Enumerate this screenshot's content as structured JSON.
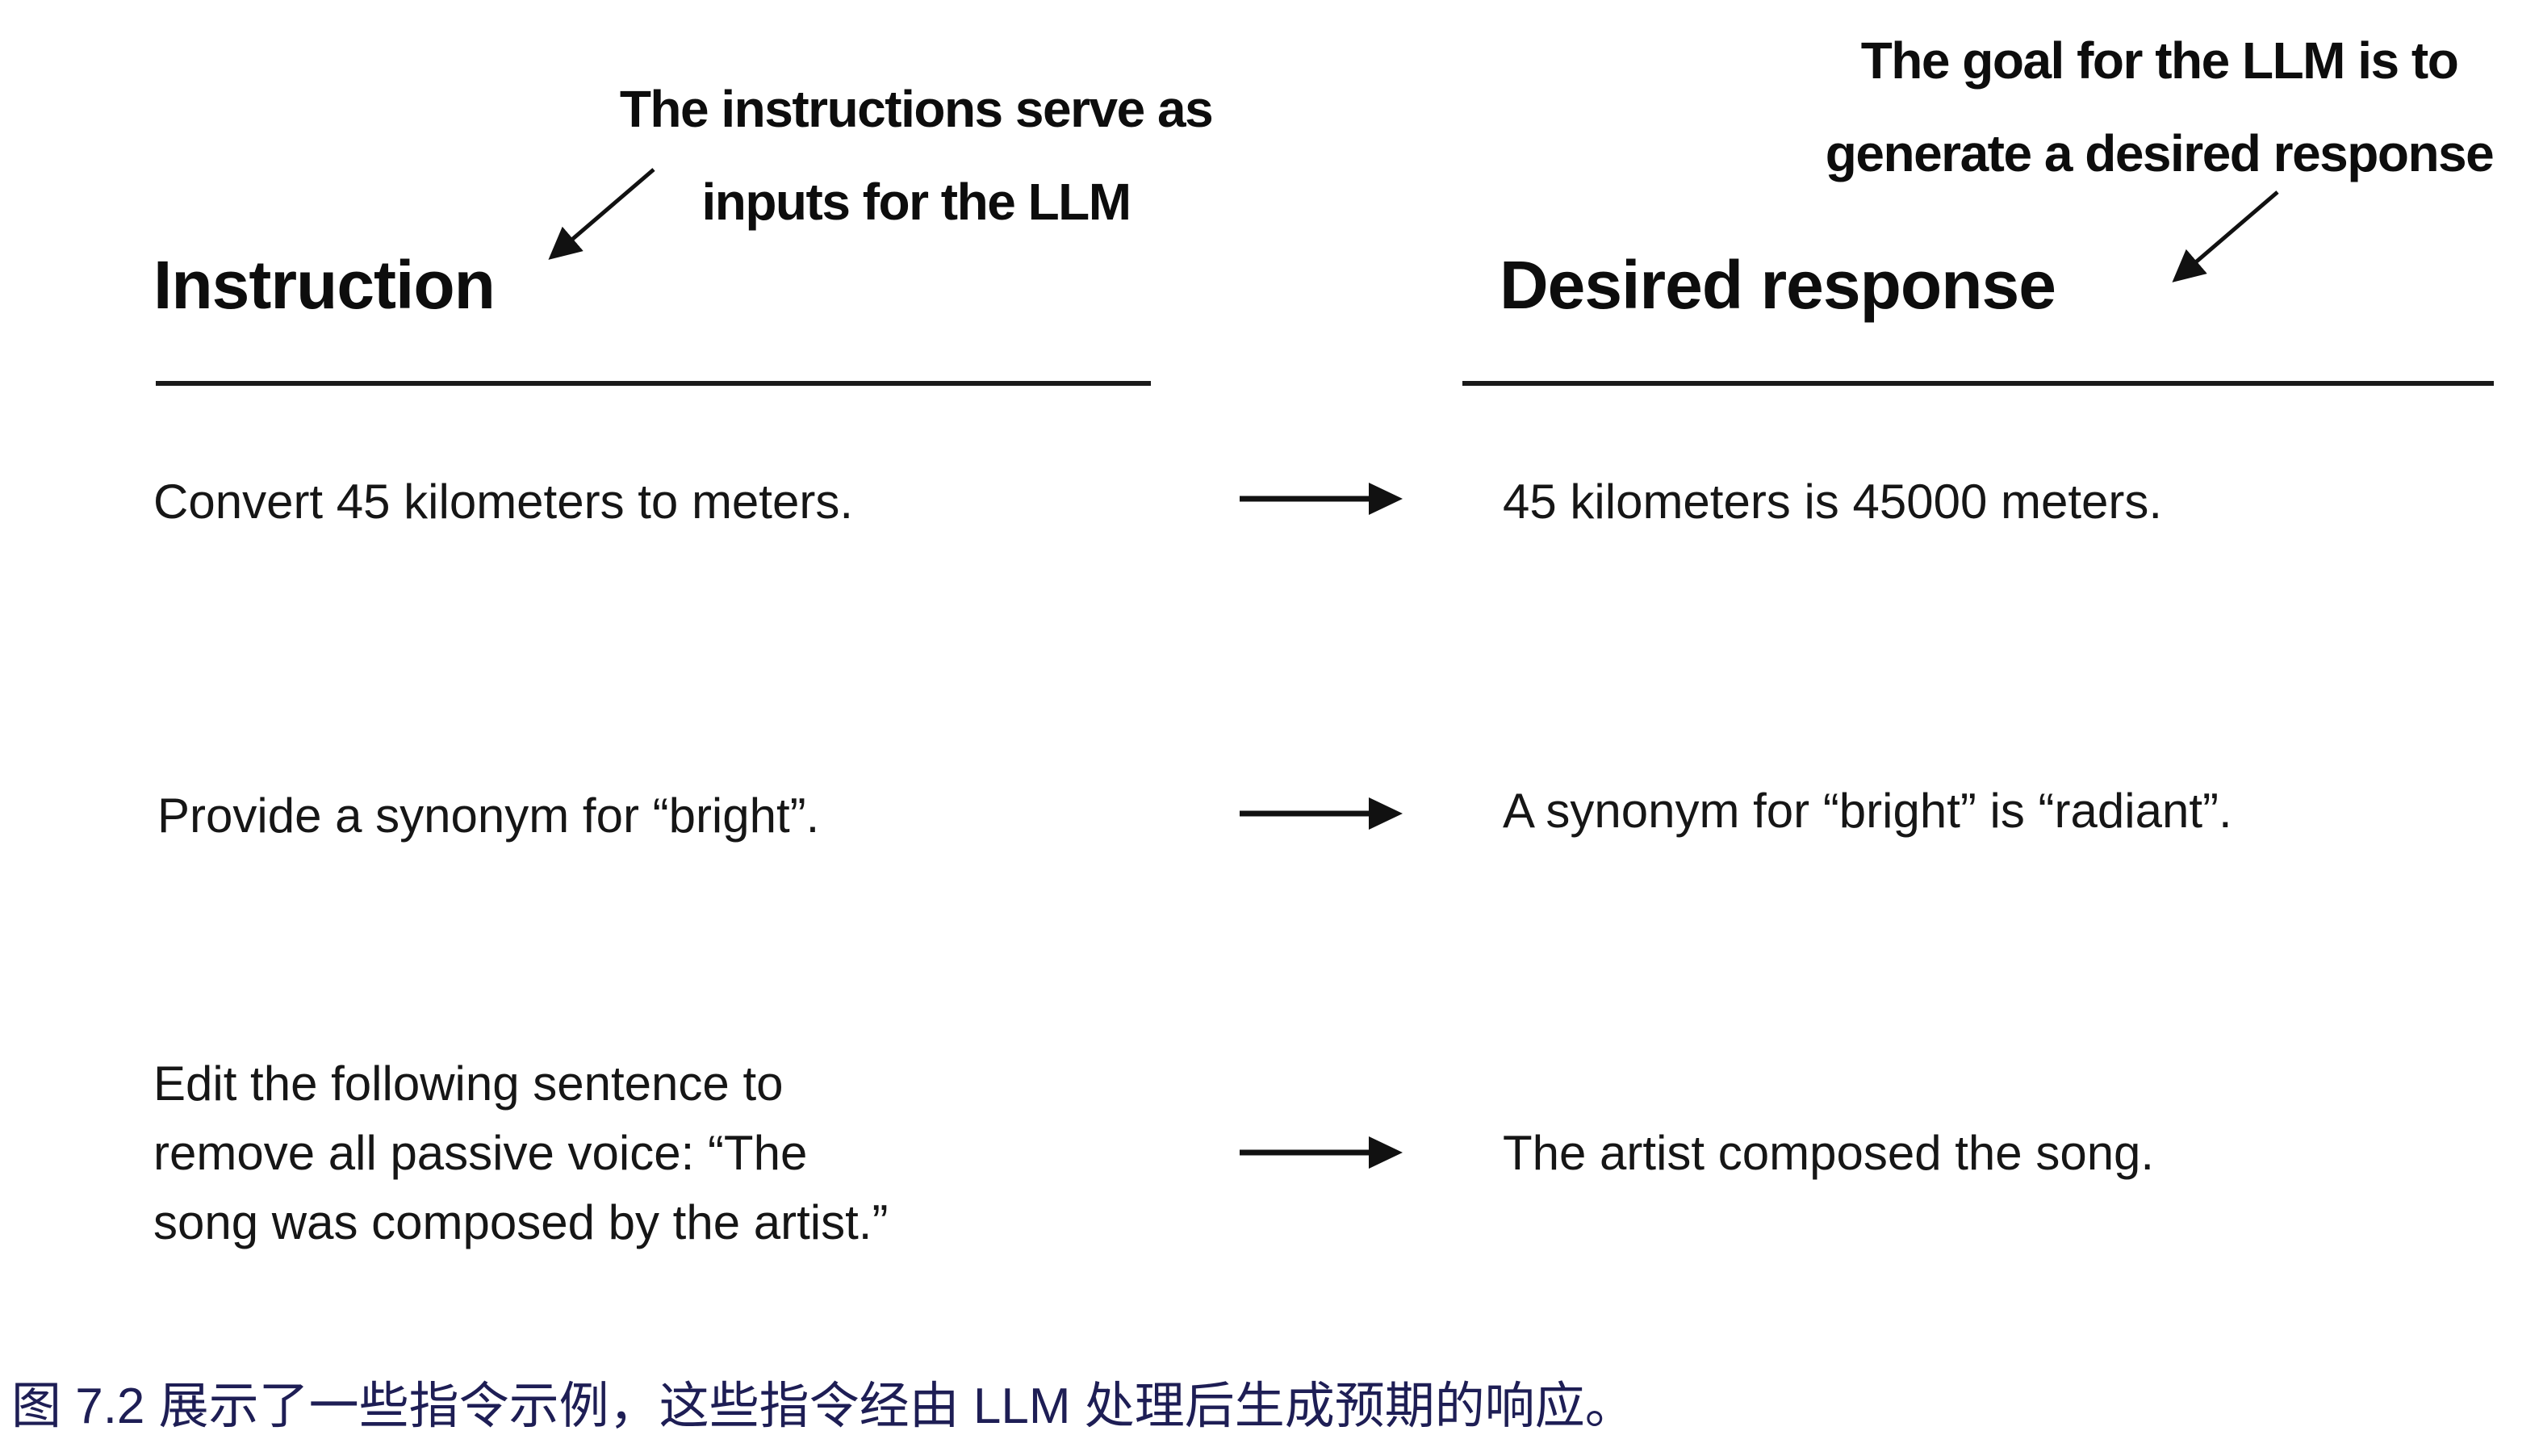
{
  "figure": {
    "annotations": {
      "left": {
        "line1": "The instructions serve as",
        "line2": "inputs for the LLM"
      },
      "right": {
        "line1": "The goal for the LLM is to",
        "line2": "generate a desired response"
      }
    },
    "columns": {
      "instruction_header": "Instruction",
      "response_header": "Desired response"
    },
    "rows": [
      {
        "instruction": "Convert 45 kilometers to meters.",
        "response": "45 kilometers is 45000 meters."
      },
      {
        "instruction": "Provide a synonym for “bright”.",
        "response": "A synonym for “bright” is “radiant”."
      },
      {
        "instruction": "Edit the following sentence to\nremove all passive voice: “The\nsong was composed by the artist.”",
        "response": "The artist composed the song."
      }
    ],
    "caption": {
      "label_text": "图 7.2 展示了一些指令示例，这些指令经由 LLM 处理后生成预期的响应。",
      "color": "#1e1e55"
    },
    "colors": {
      "text": "#161616",
      "heading": "#0d0d0d",
      "arrow": "#111111",
      "background": "#ffffff"
    }
  }
}
